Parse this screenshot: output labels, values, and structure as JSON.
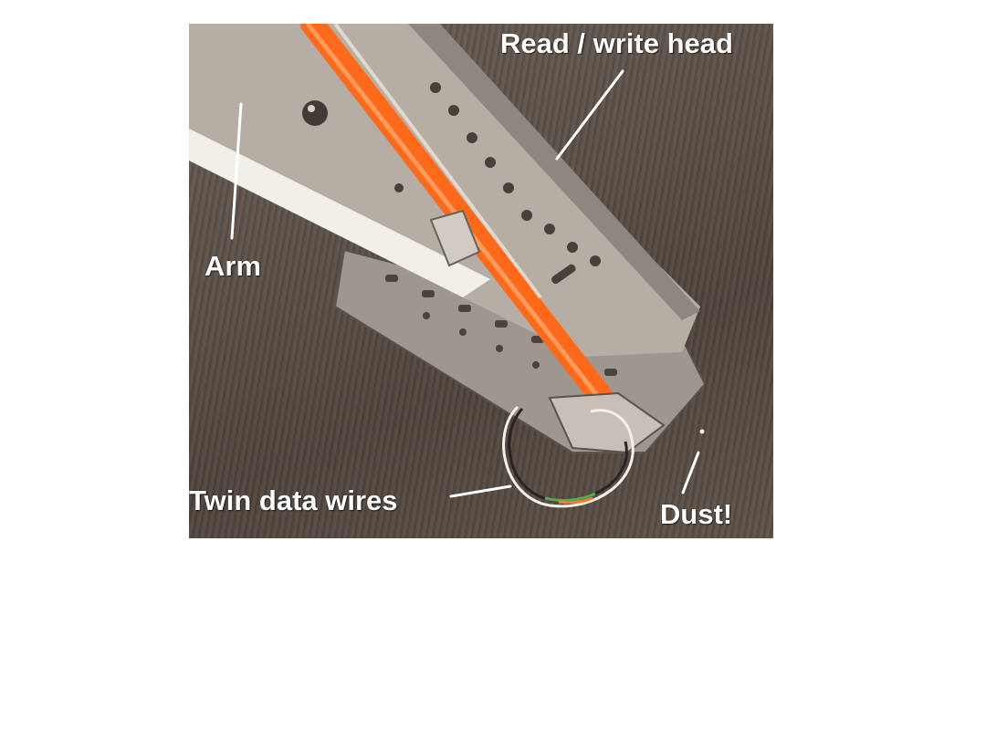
{
  "photo": {
    "labels": {
      "read_write_head": "Read / write head",
      "arm": "Arm",
      "twin_data_wires": "Twin data wires",
      "dust": "Dust!"
    },
    "colors": {
      "background": "#574c43",
      "arm_metal": "#b7aea5",
      "orange_cable": "#ff6a1a",
      "label_text": "#ffffff"
    }
  }
}
